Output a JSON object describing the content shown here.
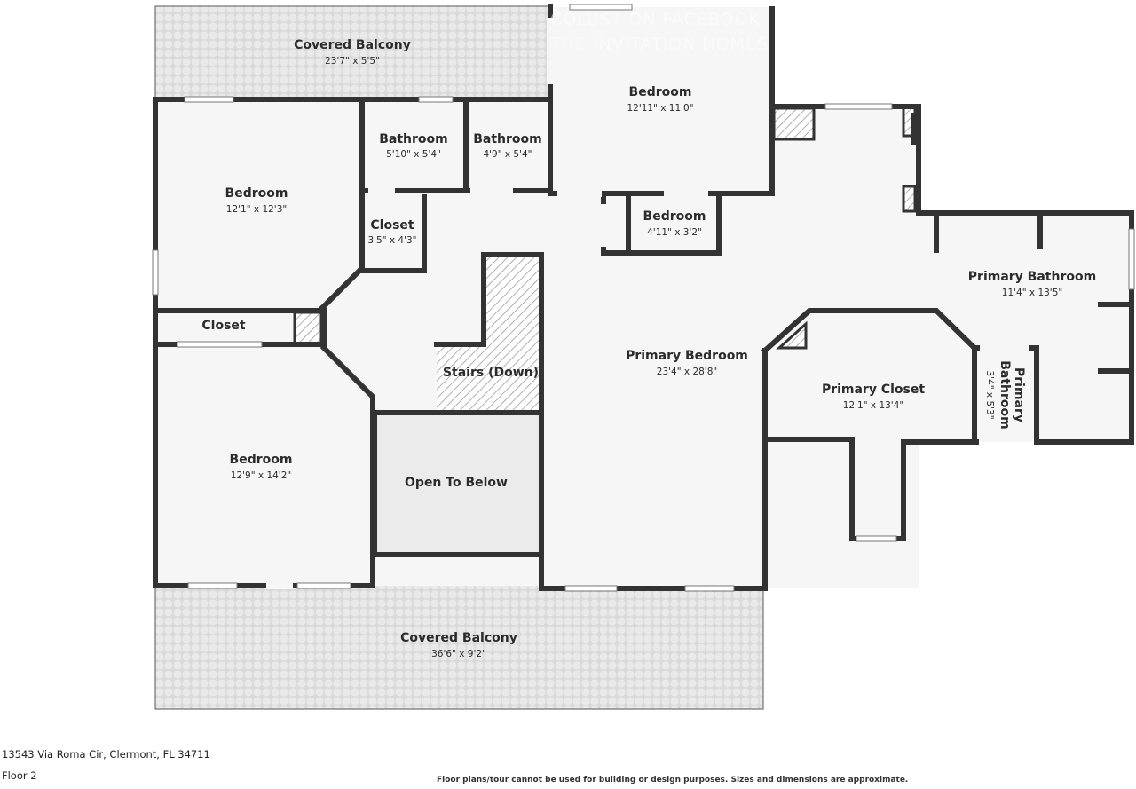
{
  "watermark": {
    "line1": "COLUST ON FACEBOOK",
    "line2": "THE INVITATION HOMES"
  },
  "rooms": {
    "covered_balcony_top": {
      "name": "Covered Balcony",
      "dims": "23'7\" x 5'5\""
    },
    "bedroom_top": {
      "name": "Bedroom",
      "dims": "12'11\" x 11'0\""
    },
    "bathroom_1": {
      "name": "Bathroom",
      "dims": "5'10\" x 5'4\""
    },
    "bathroom_2": {
      "name": "Bathroom",
      "dims": "4'9\" x 5'4\""
    },
    "bedroom_left_upper": {
      "name": "Bedroom",
      "dims": "12'1\" x 12'3\""
    },
    "closet_small": {
      "name": "Closet",
      "dims": "3'5\" x 4'3\""
    },
    "bedroom_small": {
      "name": "Bedroom",
      "dims": "4'11\" x 3'2\""
    },
    "closet_left": {
      "name": "Closet"
    },
    "primary_bathroom": {
      "name": "Primary Bathroom",
      "dims": "11'4\" x 13'5\""
    },
    "stairs": {
      "name": "Stairs (Down)"
    },
    "primary_bedroom": {
      "name": "Primary Bedroom",
      "dims": "23'4\" x 28'8\""
    },
    "primary_closet": {
      "name": "Primary Closet",
      "dims": "12'1\" x 13'4\""
    },
    "primary_bath_small": {
      "name_line1": "Primary",
      "name_line2": "Bathroom",
      "dims": "3'4\" x 5'3\""
    },
    "bedroom_left_lower": {
      "name": "Bedroom",
      "dims": "12'9\" x 14'2\""
    },
    "open_to_below": {
      "name": "Open To Below"
    },
    "covered_balcony_bottom": {
      "name": "Covered Balcony",
      "dims": "36'6\" x 9'2\""
    }
  },
  "footer": {
    "address": "13543 Via Roma Cir, Clermont, FL 34711",
    "floor": "Floor 2",
    "disclaimer": "Floor plans/tour cannot be used for building or design purposes. Sizes and dimensions are approximate."
  },
  "colors": {
    "wall": "#333333",
    "floor": "#f6f6f6",
    "balcony": "#e8e8e8",
    "open_to_below": "#ececec",
    "window": "#ffffff"
  }
}
